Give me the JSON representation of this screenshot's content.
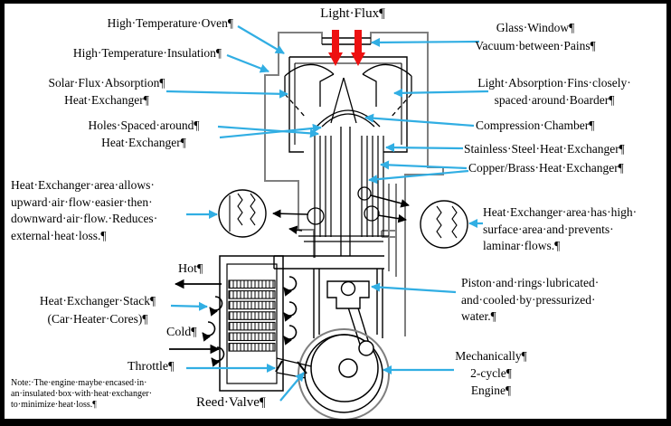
{
  "figure": "Solar heated 2-cycle engine cross-section diagram with callout annotations",
  "colors": {
    "background": "#FFFFFF",
    "ink": "#000000",
    "outline_gray": "#7F7F7F",
    "callout_arrow": "#31AEE3",
    "light_flux_arrow": "#EE1111",
    "frame_border": "#000000"
  },
  "annotations": {
    "light_flux": "Light·Flux¶",
    "high_temp_oven": "High·Temperature·Oven¶",
    "glass_window": "Glass·Window¶",
    "vacuum": "Vacuum·between·Pains¶",
    "high_temp_insulation": "High·Temperature·Insulation¶",
    "solar_flux": "Solar·Flux·Absorption¶\nHeat·Exchanger¶",
    "light_absorption": "Light·Absorption·Fins·closely·\nspaced·around·Boarder¶",
    "holes_spaced": "Holes·Spaced·around¶\nHeat·Exchanger¶",
    "compression_chamber": "Compression·Chamber¶",
    "stainless_steel": "Stainless·Steel·Heat·Exchanger¶",
    "copper_brass": "Copper/Brass·Heat·Exchanger¶",
    "hx_left": "Heat·Exchanger·area·allows·\nupward·air·flow·easier·then·\ndownward·air·flow.·Reduces·\nexternal·heat·loss.¶",
    "hx_right": "Heat·Exchanger·area·has·high·\nsurface·area·and·prevents·\nlaminar·flows.¶",
    "hot": "Hot¶",
    "hx_stack": "Heat·Exchanger·Stack¶\n(Car·Heater·Cores)¶",
    "cold": "Cold¶",
    "throttle": "Throttle¶",
    "note": "Note:·The·engine·maybe·encased·in·\nan·insulated·box·with·heat·exchanger·\nto·minimize·heat·loss.¶",
    "reed_valve": "Reed·Valve¶",
    "piston": "Piston·and·rings·lubricated·\nand·cooled·by·pressurized·\nwater.¶",
    "engine": "Mechanically¶\n2-cycle¶\nEngine¶"
  }
}
